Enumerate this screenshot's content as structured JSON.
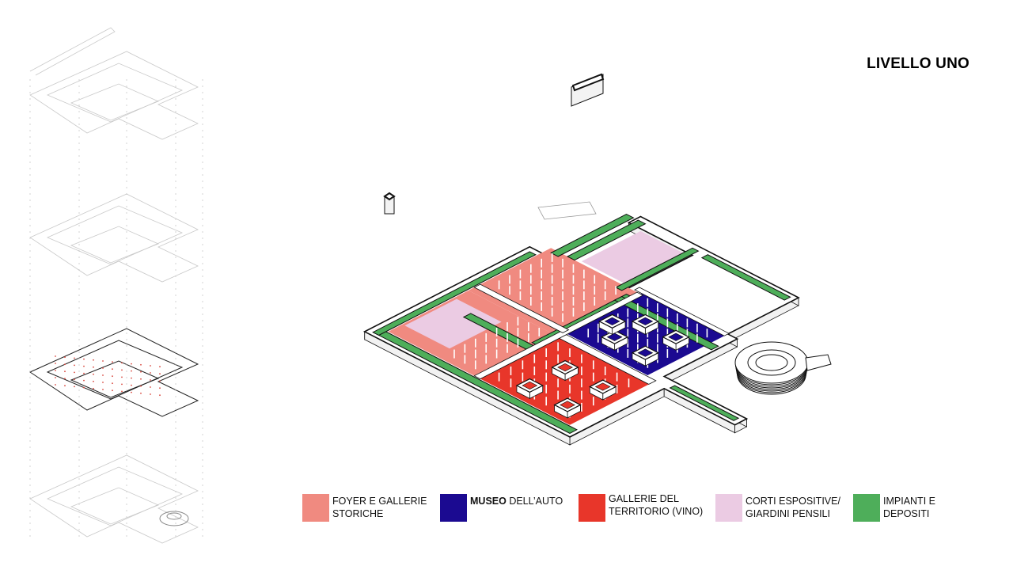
{
  "header": {
    "title": "LIVELLO UNO"
  },
  "colors": {
    "foyer": "#f08a80",
    "museo": "#1b0a91",
    "gallerie": "#e8362a",
    "corti": "#ebcbe3",
    "impianti": "#4eae5a",
    "outline": "#111111"
  },
  "legend": [
    {
      "color": "#f08a80",
      "bold": "",
      "line1": "FOYER E GALLERIE",
      "line2": "STORICHE"
    },
    {
      "color": "#1b0a91",
      "bold": "MUSEO",
      "line1": " DELL’AUTO",
      "line2": ""
    },
    {
      "color": "#e8362a",
      "bold": "",
      "line1": "GALLERIE DEL",
      "line2": "TERRITORIO (VINO)"
    },
    {
      "color": "#ebcbe3",
      "bold": "",
      "line1": "CORTI ESPOSITIVE/",
      "line2": "GIARDINI PENSILI"
    },
    {
      "color": "#4eae5a",
      "bold": "",
      "line1": "IMPIANTI E",
      "line2": "DEPOSITI"
    }
  ]
}
